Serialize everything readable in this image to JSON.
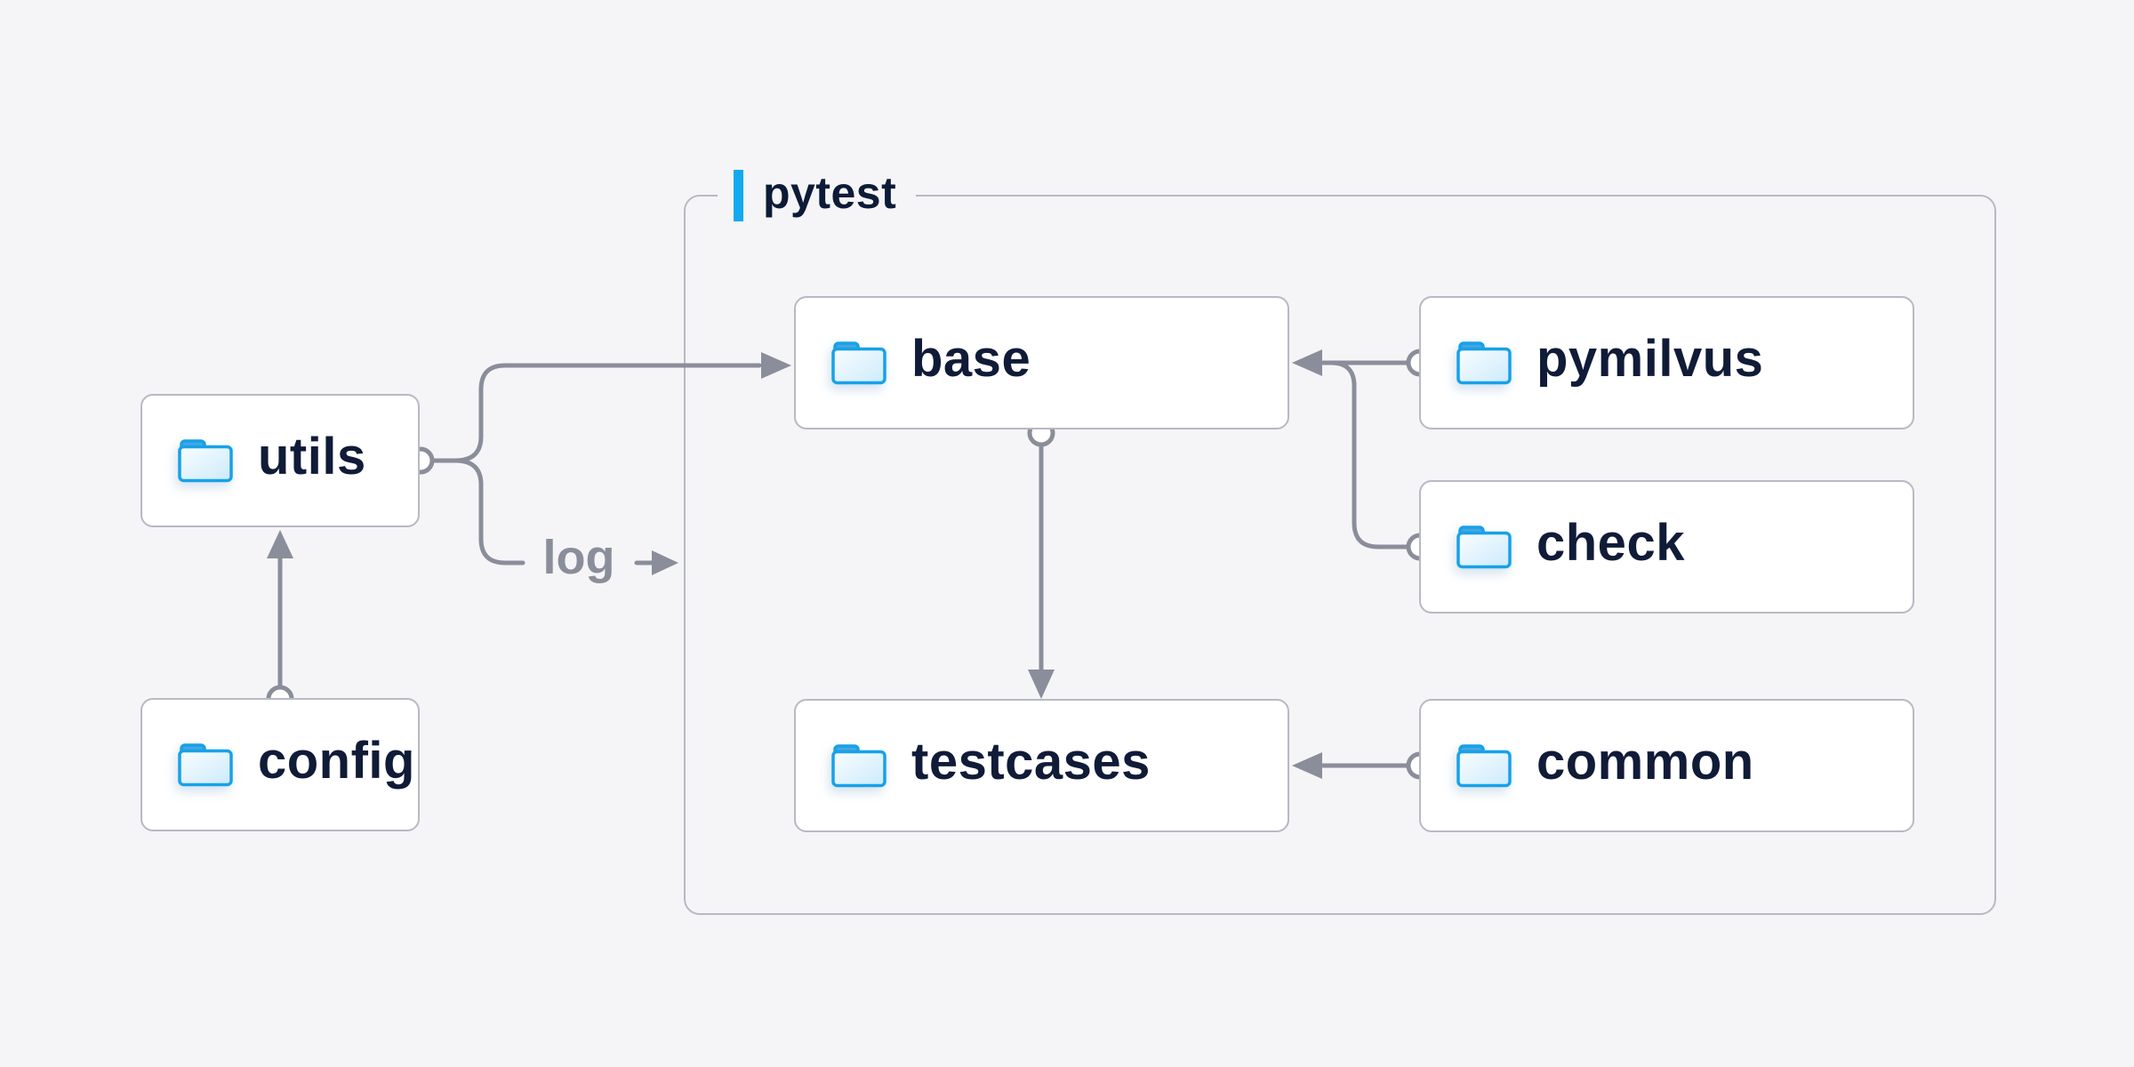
{
  "diagram": {
    "container": {
      "label": "pytest"
    },
    "nodes": {
      "utils": {
        "label": "utils"
      },
      "config": {
        "label": "config"
      },
      "base": {
        "label": "base"
      },
      "pymilvus": {
        "label": "pymilvus"
      },
      "check": {
        "label": "check"
      },
      "testcases": {
        "label": "testcases"
      },
      "common": {
        "label": "common"
      }
    },
    "edge_label": "log",
    "edges": [
      {
        "from": "config",
        "to": "utils"
      },
      {
        "from": "utils",
        "to": "base"
      },
      {
        "from": "utils",
        "to": "pytest",
        "label": "log"
      },
      {
        "from": "base",
        "to": "testcases"
      },
      {
        "from": "pymilvus",
        "to": "base"
      },
      {
        "from": "check",
        "to": "base"
      },
      {
        "from": "common",
        "to": "testcases"
      }
    ],
    "colors": {
      "background": "#f5f5f7",
      "node_background": "#ffffff",
      "node_border": "#b7b9c4",
      "line": "#8a8e9a",
      "text": "#101b38",
      "accent_blue": "#12a9f1",
      "folder_border_blue": "#17a1e9",
      "folder_tab_blue": "#47a7dc",
      "folder_fill_light": "#cdeafb"
    }
  }
}
